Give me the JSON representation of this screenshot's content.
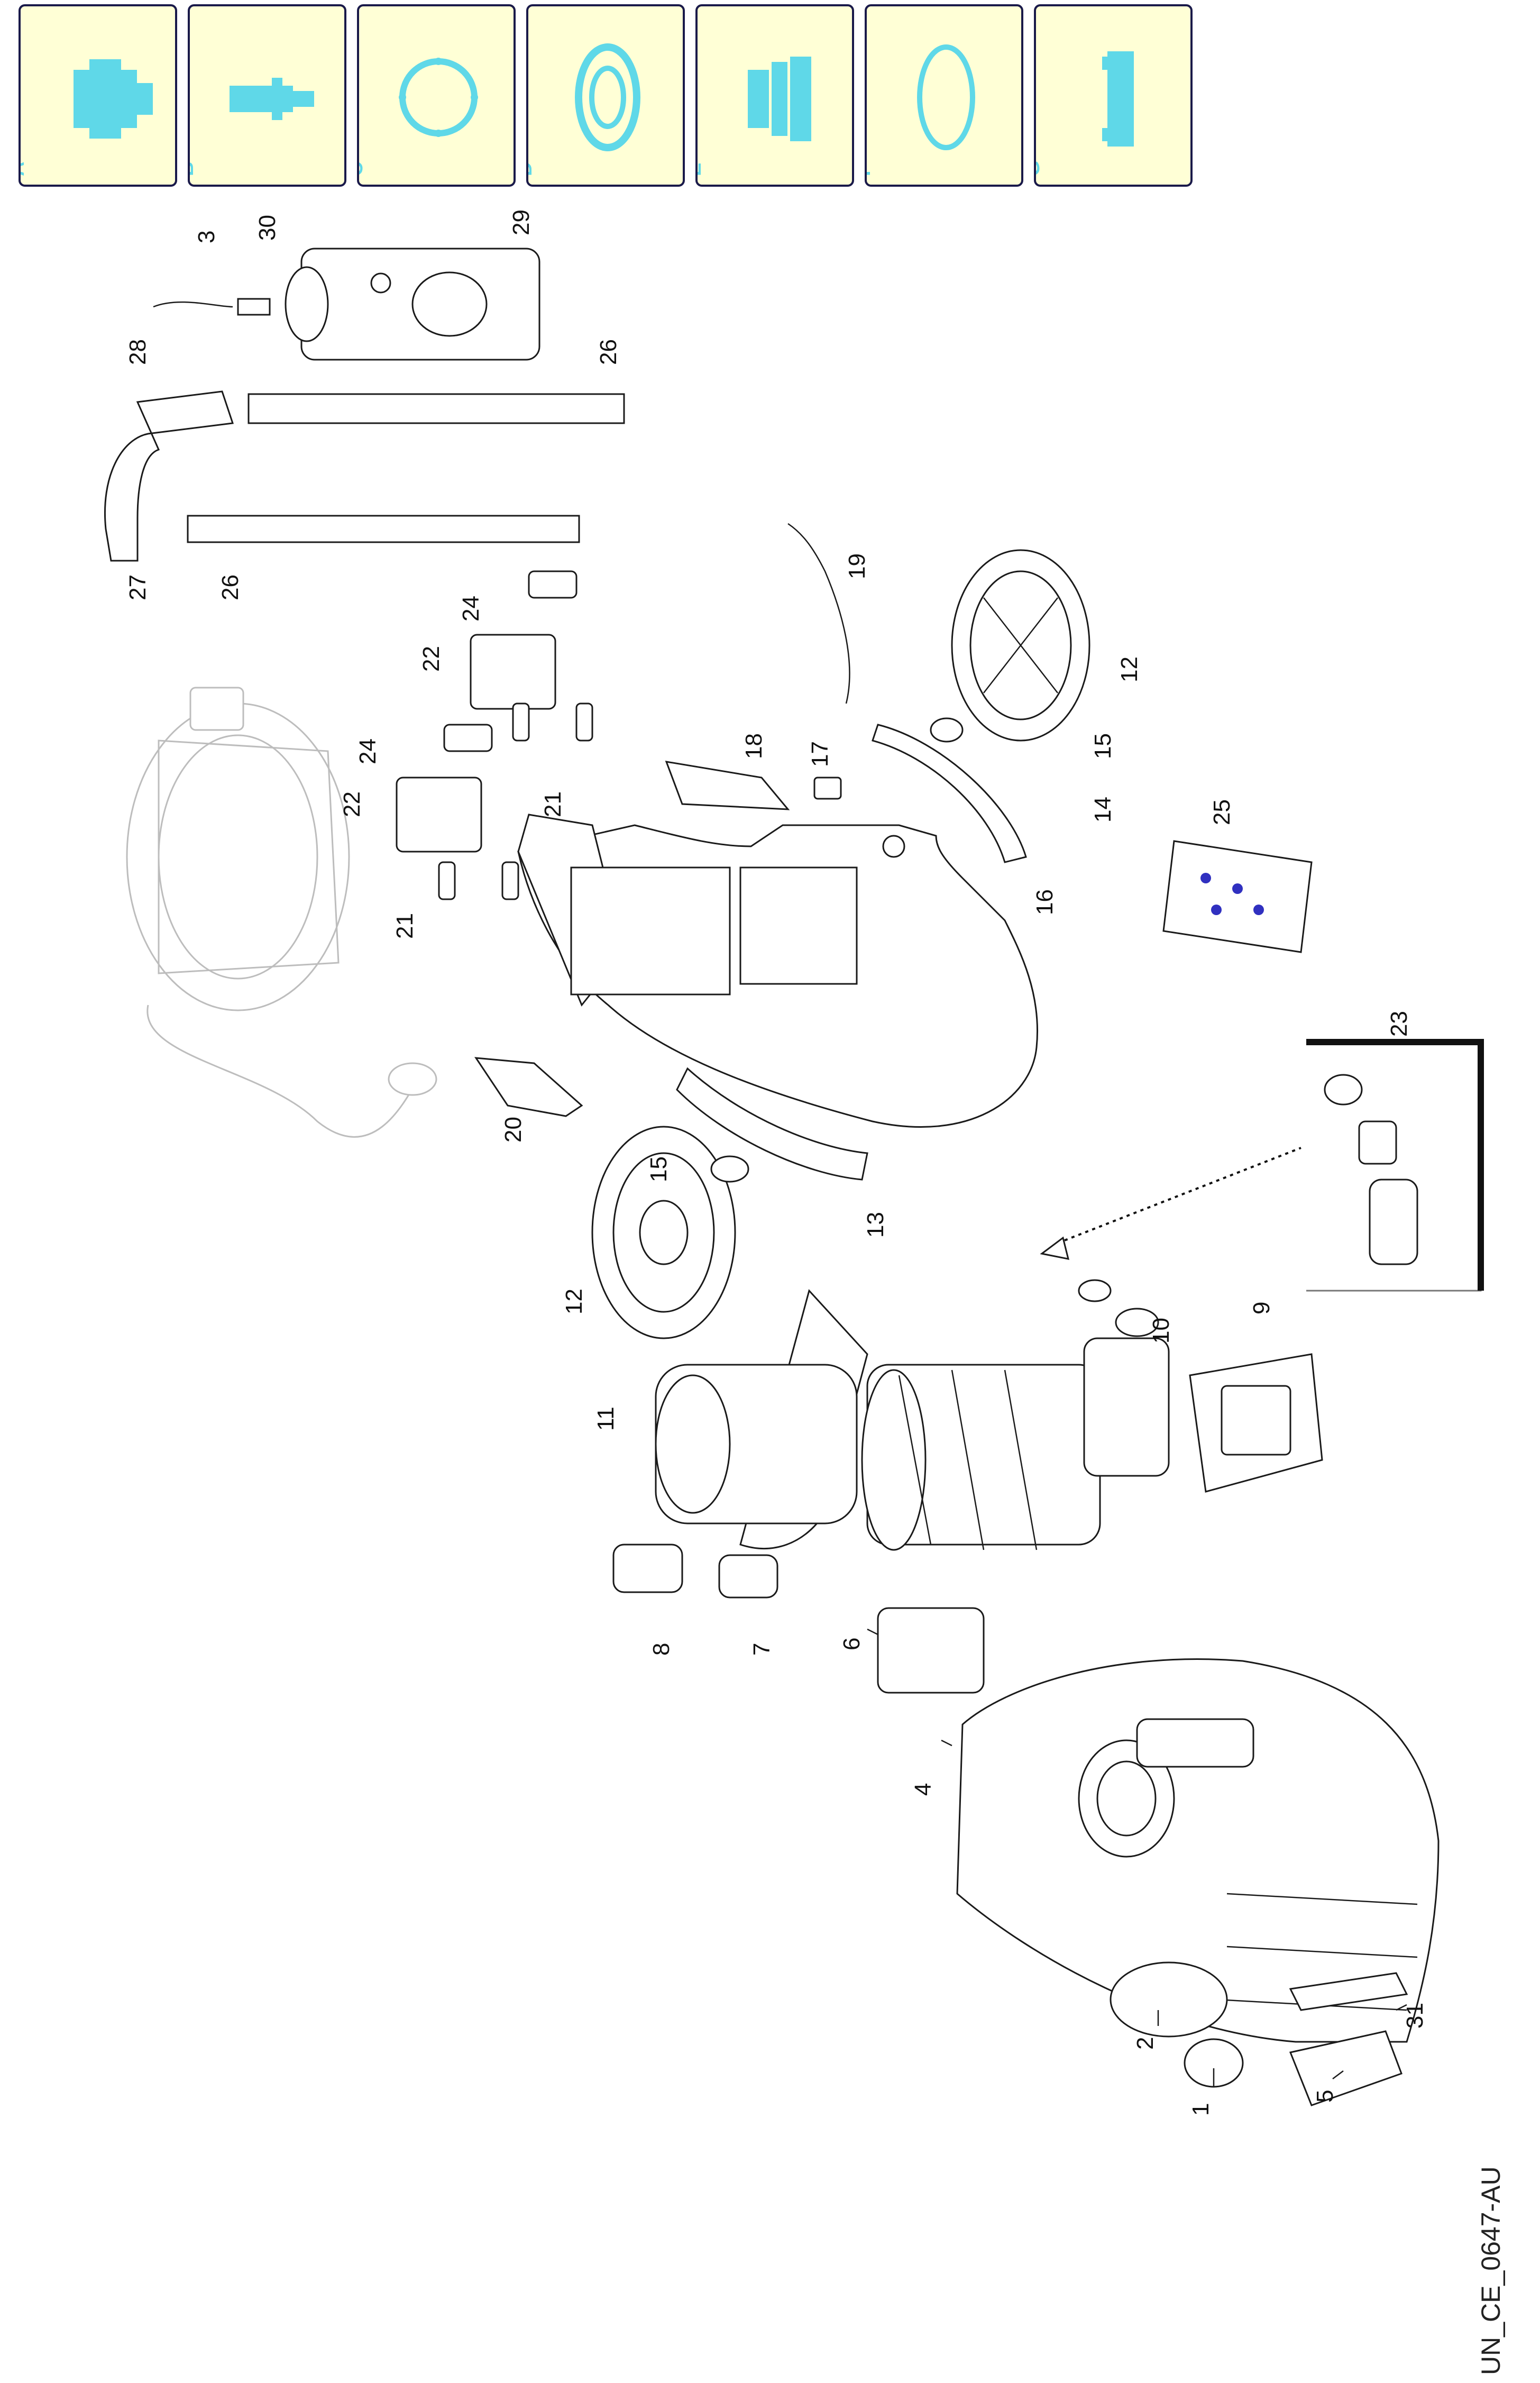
{
  "legend": [
    {
      "letter": "A",
      "icon": "gear-cluster-icon"
    },
    {
      "letter": "B",
      "icon": "shaft-icon"
    },
    {
      "letter": "C",
      "icon": "gasket-ring-icon"
    },
    {
      "letter": "D",
      "icon": "seal-ring-icon"
    },
    {
      "letter": "E",
      "icon": "stepped-bushing-icon"
    },
    {
      "letter": "F",
      "icon": "o-ring-icon"
    },
    {
      "letter": "G",
      "icon": "flat-seal-icon"
    }
  ],
  "colors": {
    "legend_bg": "#ffffd6",
    "legend_border": "#1a1a4a",
    "legend_icon": "#5fd8e8"
  },
  "callouts": {
    "c1": "1",
    "c2": "2",
    "c3": "3",
    "c4": "4",
    "c5": "5",
    "c6": "6",
    "c7": "7",
    "c8": "8",
    "c9": "9",
    "c10": "10",
    "c11": "11",
    "c12a": "12",
    "c12b": "12",
    "c13": "13",
    "c14": "14",
    "c15a": "15",
    "c15b": "15",
    "c16": "16",
    "c17": "17",
    "c18": "18",
    "c19": "19",
    "c20": "20",
    "c21a": "21",
    "c21b": "21",
    "c22a": "22",
    "c22b": "22",
    "c23": "23",
    "c24a": "24",
    "c24b": "24",
    "c25": "25",
    "c26a": "26",
    "c26b": "26",
    "c27": "27",
    "c28": "28",
    "c29": "29",
    "c30": "30",
    "c31": "31"
  },
  "doc_code": "UN_CE_0647-AU"
}
